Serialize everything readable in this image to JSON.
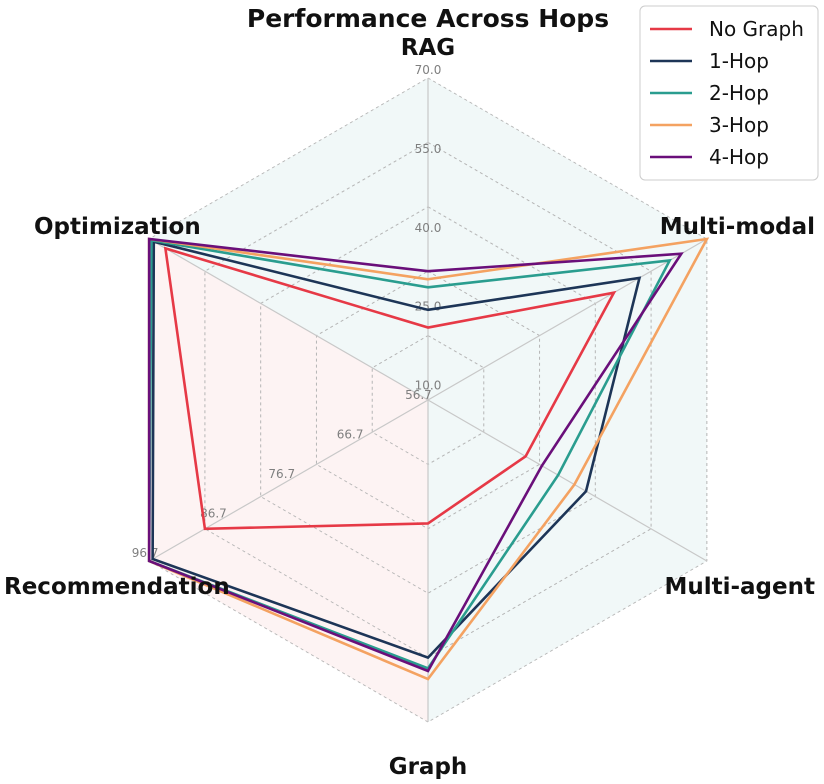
{
  "chart_data": {
    "type": "radar",
    "title": "Performance Across Hops",
    "axes": [
      "RAG",
      "Multi-modal",
      "Multi-agent",
      "Graph",
      "Recommendation",
      "Optimization"
    ],
    "scales": [
      {
        "axis": "RAG",
        "min": 10,
        "max": 70,
        "ticks": [
          "10.0",
          "25.0",
          "40.0",
          "55.0",
          "70.0"
        ]
      },
      {
        "axis": "Multi-modal",
        "min": 10,
        "max": 70,
        "ticks": []
      },
      {
        "axis": "Multi-agent",
        "min": 10,
        "max": 70,
        "ticks": []
      },
      {
        "axis": "Graph",
        "min": 10,
        "max": 70,
        "ticks": []
      },
      {
        "axis": "Recommendation",
        "min": 56.7,
        "max": 96.7,
        "ticks": [
          "56.7",
          "66.7",
          "76.7",
          "86.7",
          "96.7"
        ]
      },
      {
        "axis": "Optimization",
        "min": 10,
        "max": 70,
        "ticks": []
      }
    ],
    "series": [
      {
        "name": "No Graph",
        "color": "#e63946",
        "values": [
          23.5,
          50.0,
          31.0,
          33.0,
          88.7,
          66.5
        ]
      },
      {
        "name": "1-Hop",
        "color": "#1d3557",
        "values": [
          26.8,
          55.5,
          44.0,
          58.0,
          96.2,
          69.0
        ]
      },
      {
        "name": "2-Hop",
        "color": "#2a9d8f",
        "values": [
          31.0,
          62.0,
          38.0,
          60.0,
          96.7,
          69.5
        ]
      },
      {
        "name": "3-Hop",
        "color": "#f4a261",
        "values": [
          32.5,
          70.0,
          41.5,
          62.0,
          96.7,
          70.0
        ]
      },
      {
        "name": "4-Hop",
        "color": "#6a0f7a",
        "values": [
          34.0,
          64.5,
          34.5,
          60.5,
          96.7,
          70.0
        ]
      }
    ],
    "grid": true,
    "legend": "top-right"
  }
}
